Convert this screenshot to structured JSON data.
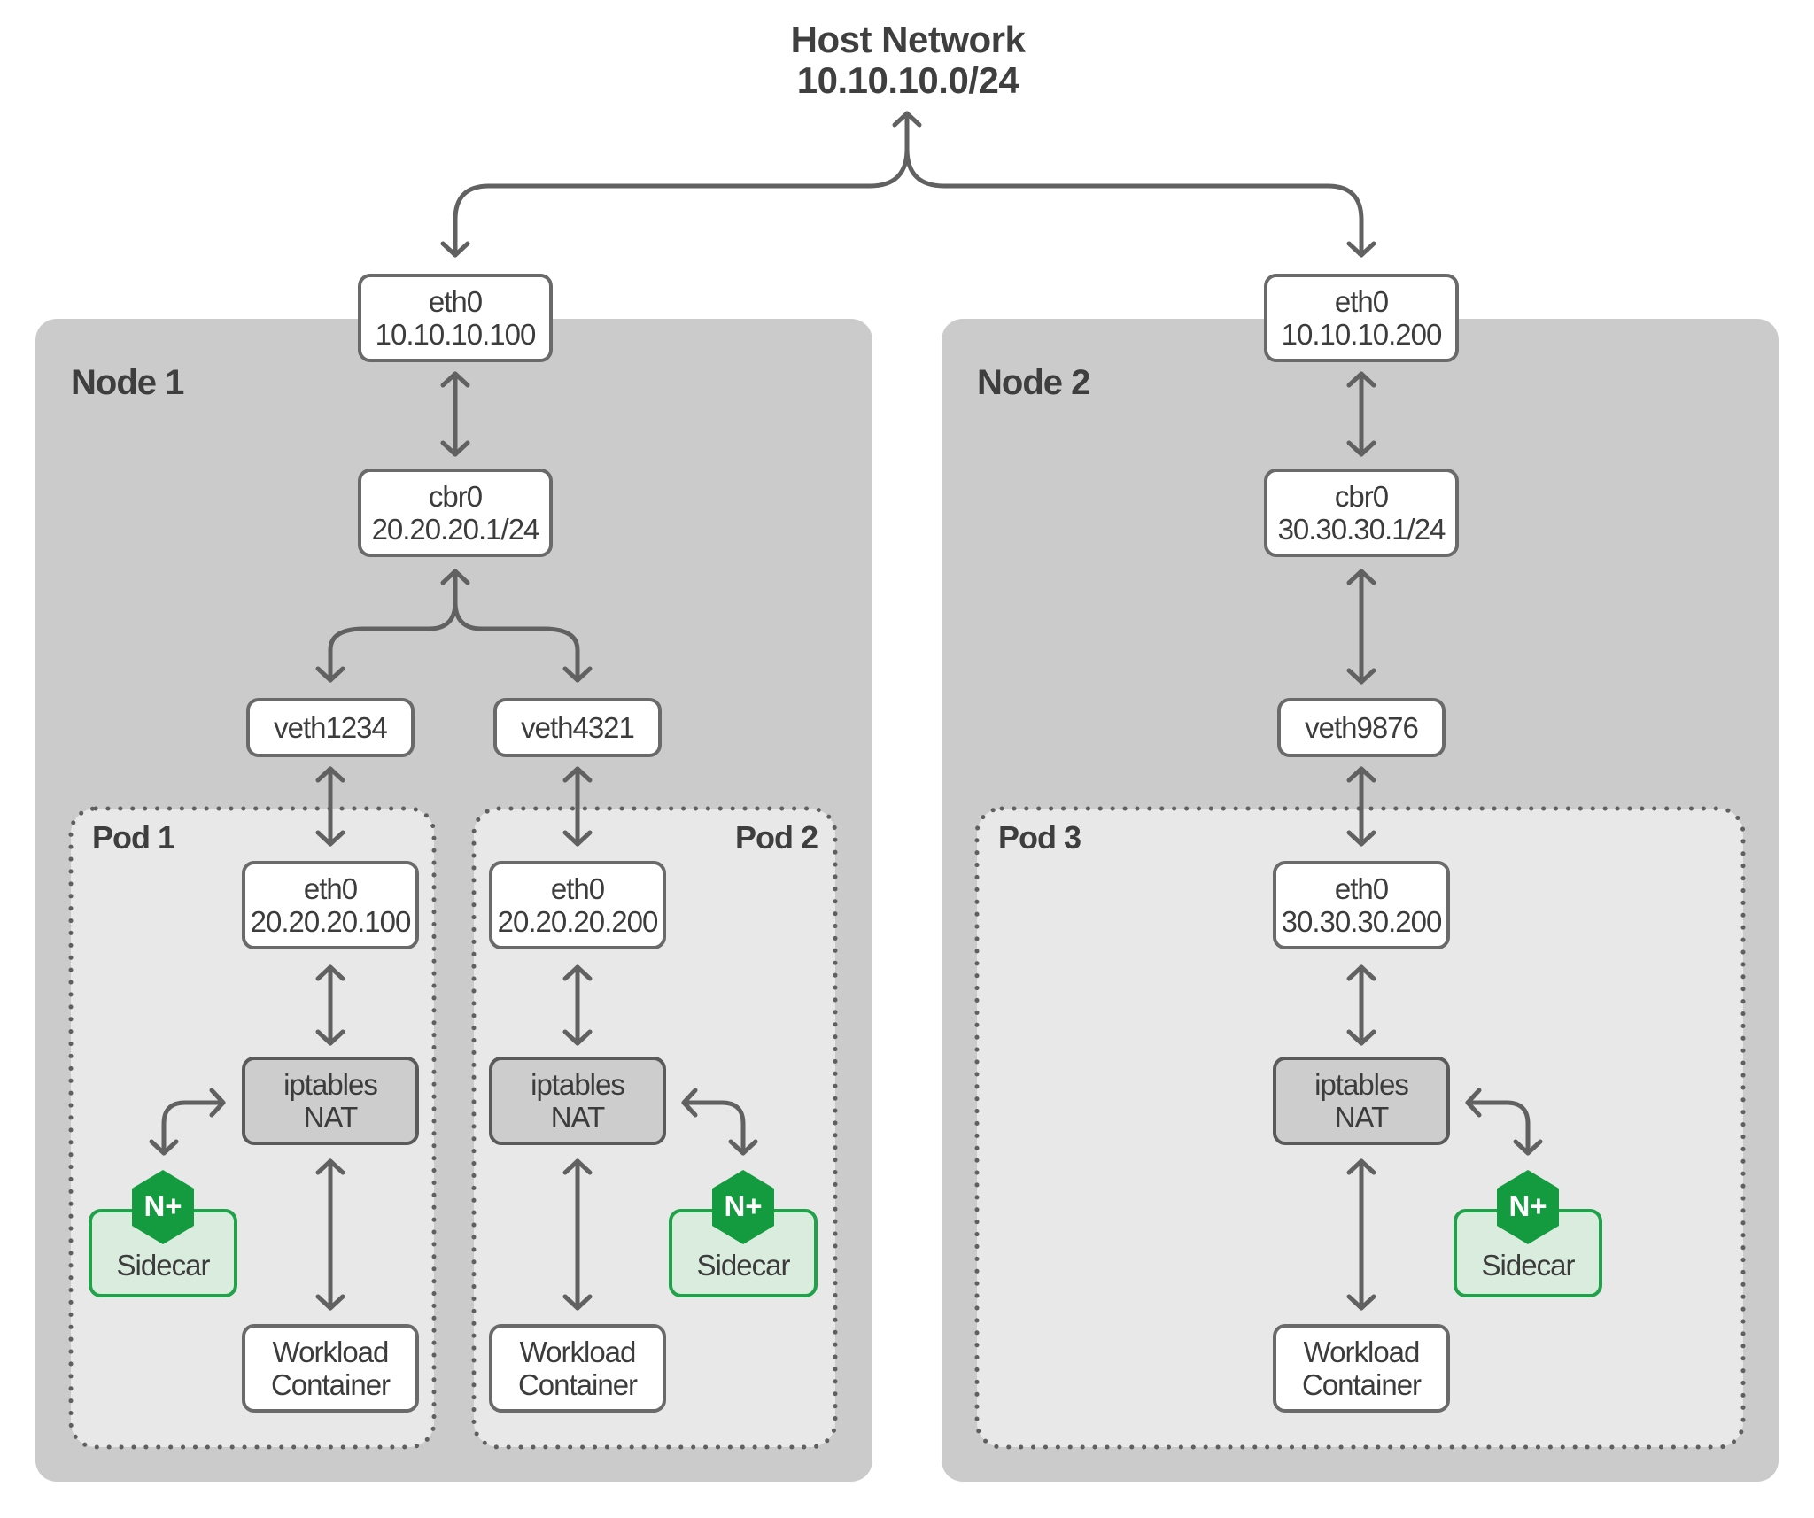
{
  "title": {
    "line1": "Host Network",
    "line2": "10.10.10.0/24"
  },
  "colors": {
    "node_fill": "#cbcbcb",
    "pod_fill": "#e8e8e8",
    "pod_dot_border": "#5f5f5f",
    "box_border": "#6a6a6a",
    "nat_fill": "#cdcdcd",
    "arrow": "#616161",
    "text": "#3c3c3c",
    "nginx_green": "#149b3f",
    "sidecar_border": "#1fa24a",
    "sidecar_fill": "#d9ecde"
  },
  "nodes": [
    {
      "label": "Node 1",
      "eth": {
        "name": "eth0",
        "ip": "10.10.10.100"
      },
      "bridge": {
        "name": "cbr0",
        "ip": "20.20.20.1/24"
      },
      "veths": [
        "veth1234",
        "veth4321"
      ],
      "pods": [
        {
          "label": "Pod 1",
          "eth": {
            "name": "eth0",
            "ip": "20.20.20.100"
          },
          "nat": {
            "line1": "iptables",
            "line2": "NAT"
          },
          "sidecar": {
            "icon": "N+",
            "label": "Sidecar"
          },
          "workload": {
            "line1": "Workload",
            "line2": "Container"
          }
        },
        {
          "label": "Pod 2",
          "eth": {
            "name": "eth0",
            "ip": "20.20.20.200"
          },
          "nat": {
            "line1": "iptables",
            "line2": "NAT"
          },
          "sidecar": {
            "icon": "N+",
            "label": "Sidecar"
          },
          "workload": {
            "line1": "Workload",
            "line2": "Container"
          }
        }
      ]
    },
    {
      "label": "Node 2",
      "eth": {
        "name": "eth0",
        "ip": "10.10.10.200"
      },
      "bridge": {
        "name": "cbr0",
        "ip": "30.30.30.1/24"
      },
      "veths": [
        "veth9876"
      ],
      "pods": [
        {
          "label": "Pod 3",
          "eth": {
            "name": "eth0",
            "ip": "30.30.30.200"
          },
          "nat": {
            "line1": "iptables",
            "line2": "NAT"
          },
          "sidecar": {
            "icon": "N+",
            "label": "Sidecar"
          },
          "workload": {
            "line1": "Workload",
            "line2": "Container"
          }
        }
      ]
    }
  ]
}
